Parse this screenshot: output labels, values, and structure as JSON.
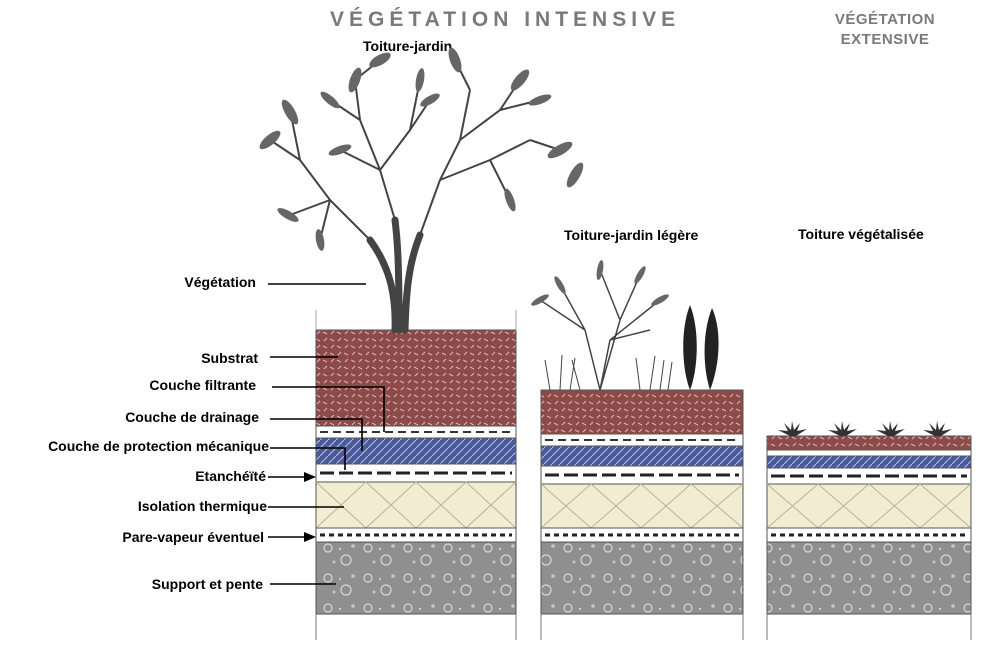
{
  "headers": {
    "intensive": "VÉGÉTATION  INTENSIVE",
    "extensive": "VÉGÉTATION\nEXTENSIVE"
  },
  "columns": [
    {
      "id": "toiture-jardin",
      "title": "Toiture-jardin"
    },
    {
      "id": "toiture-jardin-legere",
      "title": "Toiture-jardin légère"
    },
    {
      "id": "toiture-vegetalisee",
      "title": "Toiture végétalisée"
    }
  ],
  "layers": [
    {
      "id": "vegetation",
      "label": "Végétation"
    },
    {
      "id": "substrat",
      "label": "Substrat"
    },
    {
      "id": "couche-filtrante",
      "label": "Couche filtrante"
    },
    {
      "id": "couche-drainage",
      "label": "Couche de drainage"
    },
    {
      "id": "couche-protection",
      "label": "Couche de protection mécanique"
    },
    {
      "id": "etancheite",
      "label": "Etanchéïté"
    },
    {
      "id": "isolation",
      "label": "Isolation thermique"
    },
    {
      "id": "pare-vapeur",
      "label": "Pare-vapeur éventuel"
    },
    {
      "id": "support",
      "label": "Support et pente"
    }
  ],
  "colors": {
    "substrat": "#8c4a4a",
    "drainage": "#4a5a9a",
    "isolation": "#f2ecd2",
    "support": "#8f8f8f",
    "plant": "#444444"
  }
}
